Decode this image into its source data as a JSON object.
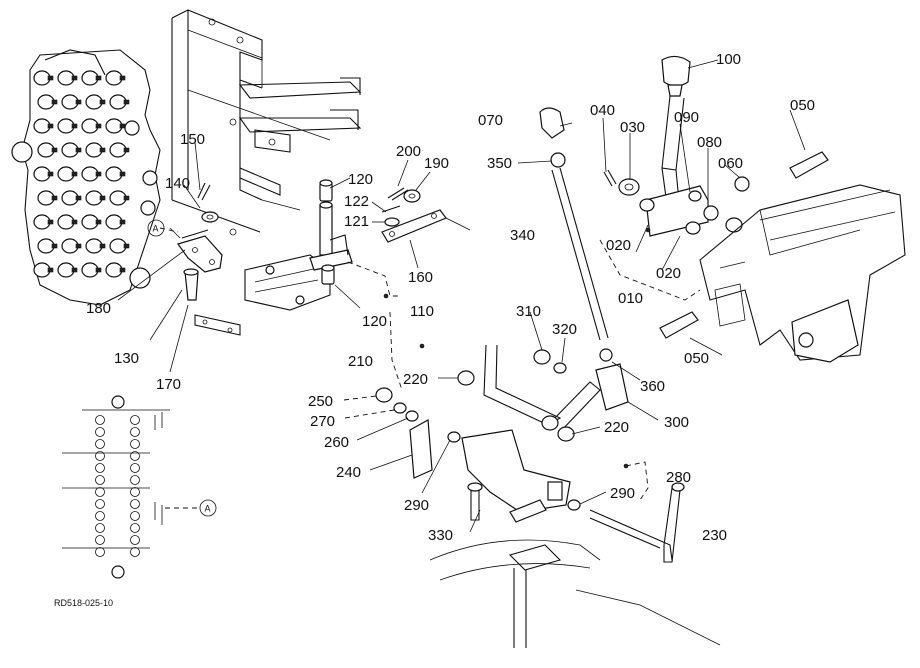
{
  "diagram": {
    "drawing_code": "RD518-025-10",
    "callout_letter": "A",
    "part_numbers": {
      "p100": "100",
      "p050a": "050",
      "p050b": "050",
      "p070": "070",
      "p040": "040",
      "p030": "030",
      "p090": "090",
      "p080": "080",
      "p060": "060",
      "p350": "350",
      "p340": "340",
      "p020a": "020",
      "p020b": "020",
      "p010": "010",
      "p150": "150",
      "p140": "140",
      "p120a": "120",
      "p120b": "120",
      "p200": "200",
      "p190": "190",
      "p122": "122",
      "p121": "121",
      "p160": "160",
      "p110": "110",
      "p210": "210",
      "p180": "180",
      "p130": "130",
      "p170": "170",
      "p310": "310",
      "p320": "320",
      "p360": "360",
      "p300": "300",
      "p220a": "220",
      "p220b": "220",
      "p250": "250",
      "p270": "270",
      "p260": "260",
      "p240": "240",
      "p280": "280",
      "p290a": "290",
      "p290b": "290",
      "p330": "330",
      "p230": "230"
    }
  }
}
